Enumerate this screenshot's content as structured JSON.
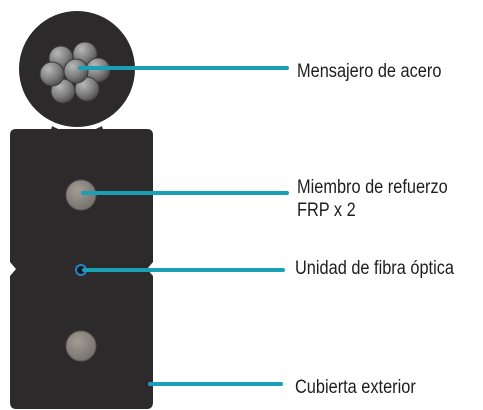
{
  "labels": {
    "messenger": "Mensajero de acero",
    "strength_member_line1": "Miembro de refuerzo",
    "strength_member_line2": "FRP x 2",
    "fiber_unit": "Unidad de fibra óptica",
    "outer_jacket": "Cubierta exterior"
  },
  "colors": {
    "leader": "#1aa0b4",
    "jacket": "#2c2a2b",
    "jacket_edge": "#3a3839",
    "steel": "#7d7c7d",
    "frp": "#8e8882",
    "fiber_ring": "#2384c6"
  }
}
